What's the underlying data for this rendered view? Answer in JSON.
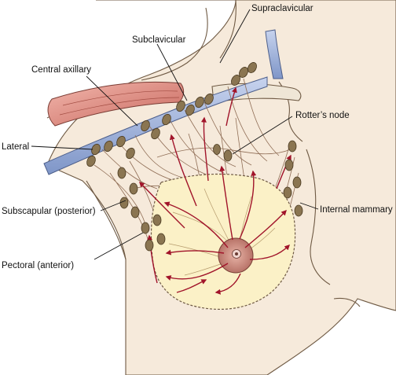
{
  "labels": {
    "supraclavicular": "Supraclavicular",
    "subclavicular": "Subclavicular",
    "central_axillary": "Central axillary",
    "rotters_node": "Rotter’s node",
    "lateral": "Lateral",
    "subscapular": "Subscapular (posterior)",
    "internal_mammary": "Internal mammary",
    "pectoral": "Pectoral (anterior)"
  },
  "colors": {
    "skin": "#f6eadb",
    "breast_tissue": "#fbf1c7",
    "lymph_node": "#8a7551",
    "lymph_flow_arrow": "#a1142a",
    "vein": "#9aaed6",
    "muscle": "#d98c82",
    "nipple": "#c9897f",
    "outline": "#6f5a44"
  }
}
